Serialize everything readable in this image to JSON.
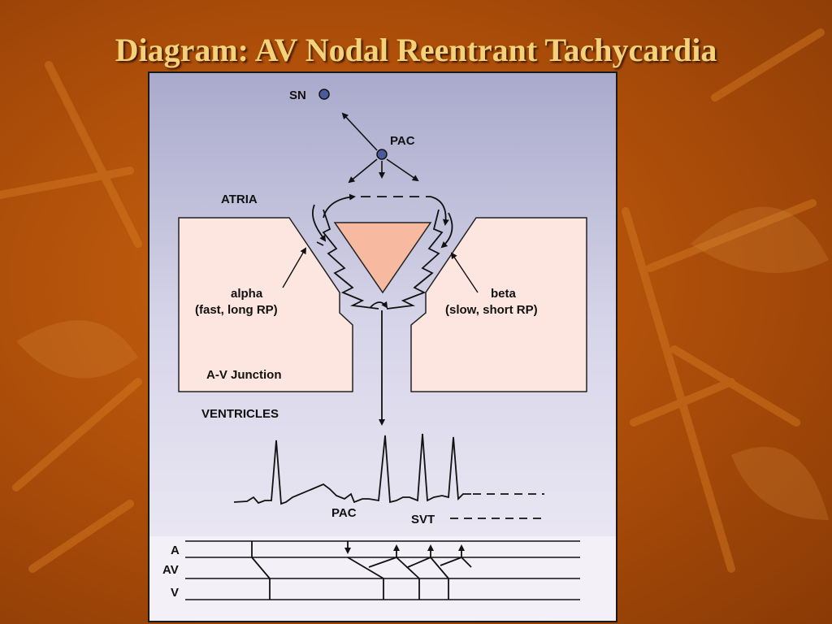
{
  "slide": {
    "title": "Diagram: AV Nodal Reentrant Tachycardia"
  },
  "diagram": {
    "labels": {
      "sn": "SN",
      "pac_top": "PAC",
      "atria": "ATRIA",
      "alpha": "alpha",
      "alpha_sub": "(fast, long RP)",
      "beta": "beta",
      "beta_sub": "(slow, short RP)",
      "av_junction": "A-V Junction",
      "ventricles": "VENTRICLES",
      "pac_ecg": "PAC",
      "svt": "SVT",
      "ladder_a": "A",
      "ladder_av": "AV",
      "ladder_v": "V"
    },
    "colors": {
      "node_fill": "#4a5a9a",
      "triangle_fill": "#f7b9a0",
      "junction_fill": "#fde6e0",
      "panel_top": "#a9aacc",
      "panel_bottom": "#f1eef7"
    }
  }
}
